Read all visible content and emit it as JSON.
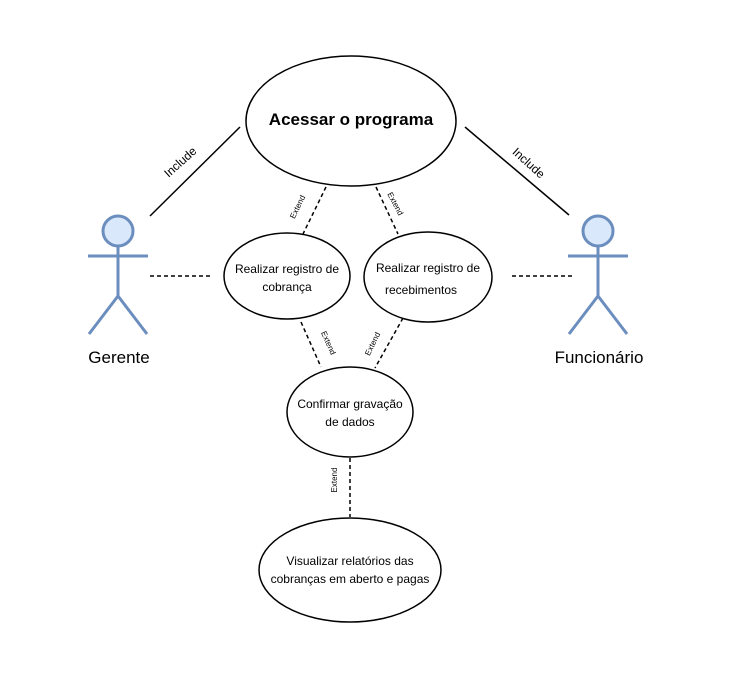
{
  "actors": {
    "left": {
      "label": "Gerente"
    },
    "right": {
      "label": "Funcionário"
    }
  },
  "use_cases": {
    "main": {
      "label": "Acessar o programa"
    },
    "cobranca": {
      "line1": "Realizar registro de",
      "line2": "cobrança"
    },
    "recebimentos": {
      "line1": "Realizar registro de",
      "line2": "recebimentos"
    },
    "confirmar": {
      "line1": "Confirmar gravação",
      "line2": "de dados"
    },
    "relatorios": {
      "line1": "Visualizar relatórios das",
      "line2": "cobranças em aberto e pagas"
    }
  },
  "relations": {
    "include_left": "Include",
    "include_right": "Include",
    "extend_main_cobranca": "Extend",
    "extend_main_recebimentos": "Extend",
    "extend_cobranca_confirmar": "Extend",
    "extend_recebimentos_confirmar": "Extend",
    "extend_confirmar_relatorios": "Extend"
  }
}
